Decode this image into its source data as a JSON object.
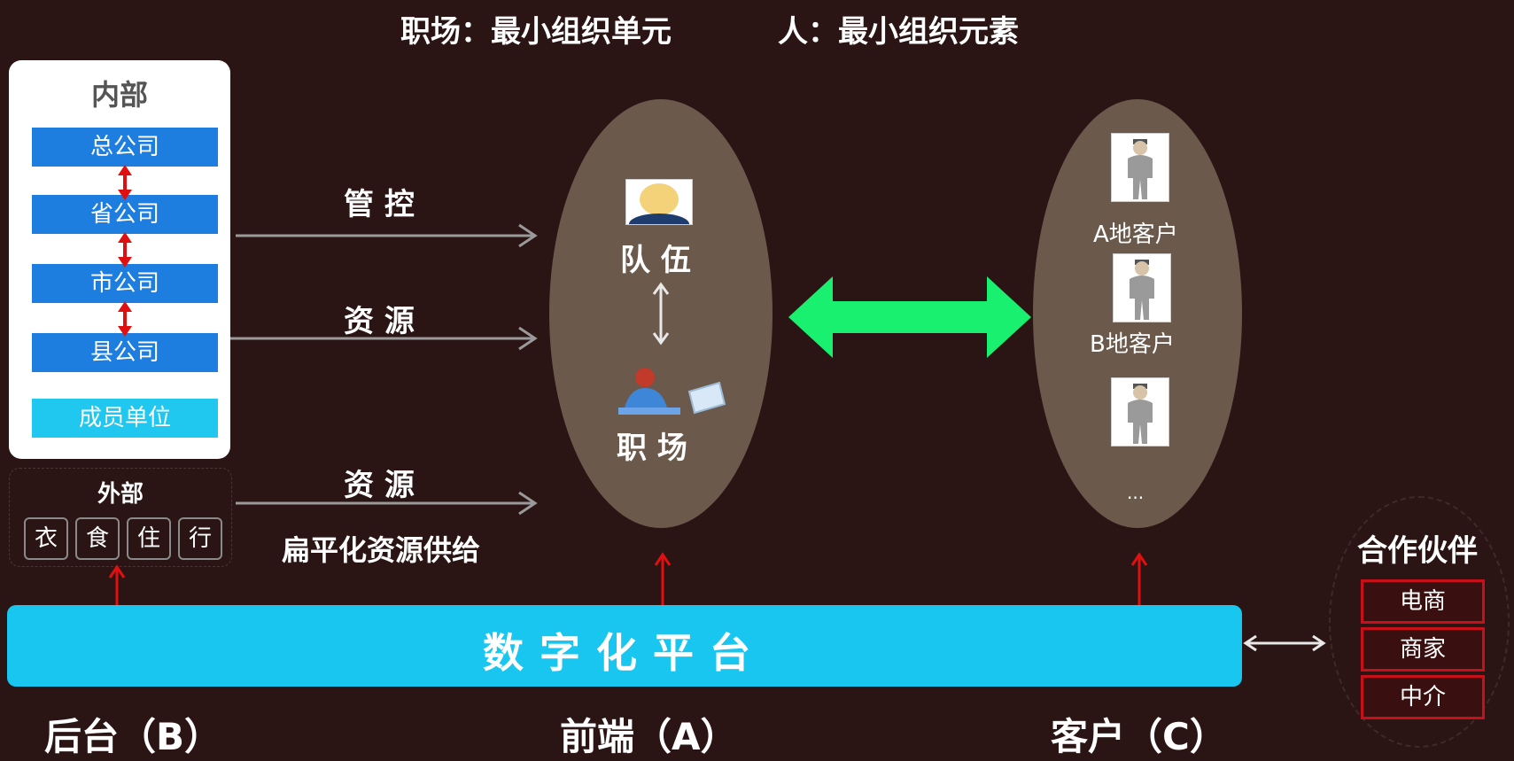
{
  "header": {
    "title_left": "职场：最小组织单元",
    "title_right": "人：最小组织元素"
  },
  "internal": {
    "title": "内部",
    "levels": [
      "总公司",
      "省公司",
      "市公司",
      "县公司"
    ],
    "member_unit": "成员单位"
  },
  "external": {
    "title": "外部",
    "items": [
      "衣",
      "食",
      "住",
      "行"
    ]
  },
  "flows": {
    "control": "管 控",
    "resource_1": "资 源",
    "resource_2": "资 源",
    "flat_supply": "扁平化资源供给"
  },
  "front": {
    "team": "队 伍",
    "workplace": "职  场"
  },
  "customers": {
    "a": "A地客户",
    "b": "B地客户",
    "more": "..."
  },
  "platform": {
    "label": "数字化平台"
  },
  "bottom_labels": {
    "backend": "后台（B）",
    "frontend": "前端（A）",
    "customer": "客户（C）"
  },
  "partners": {
    "title": "合作伙伴",
    "items": [
      "电商",
      "商家",
      "中介"
    ]
  },
  "colors": {
    "background": "#2a1414",
    "blue": "#1e7ee0",
    "cyan": "#18c6ef",
    "green_arrow": "#19f070",
    "red_arrow": "#e01010",
    "ellipse": "#6b5a4c"
  }
}
